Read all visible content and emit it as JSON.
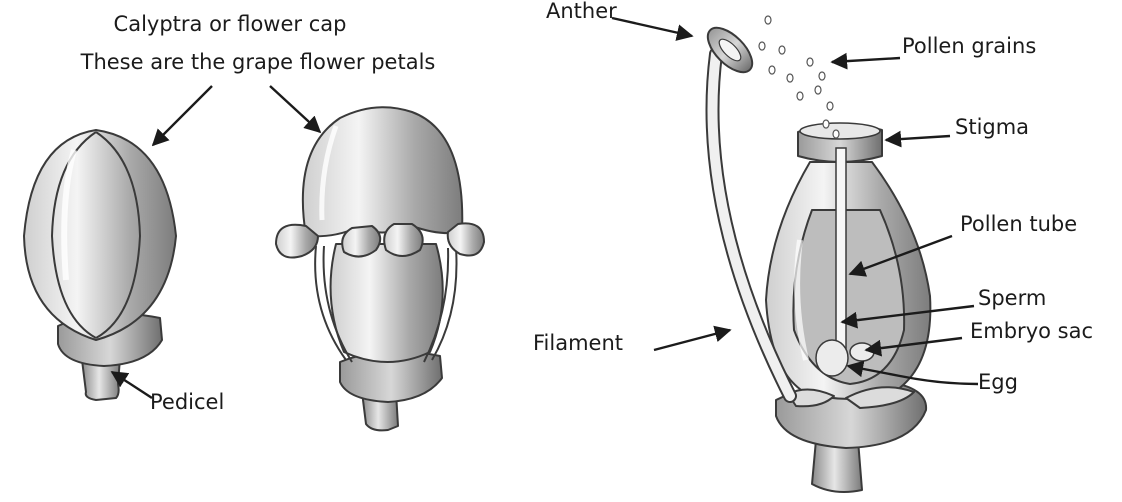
{
  "labels": {
    "calyptra": "Calyptra or flower cap",
    "petals": "These are the grape flower petals",
    "pedicel": "Pedicel",
    "anther": "Anther",
    "pollen_grains": "Pollen grains",
    "stigma": "Stigma",
    "pollen_tube": "Pollen tube",
    "sperm": "Sperm",
    "embryo_sac": "Embryo sac",
    "filament": "Filament",
    "egg": "Egg"
  }
}
